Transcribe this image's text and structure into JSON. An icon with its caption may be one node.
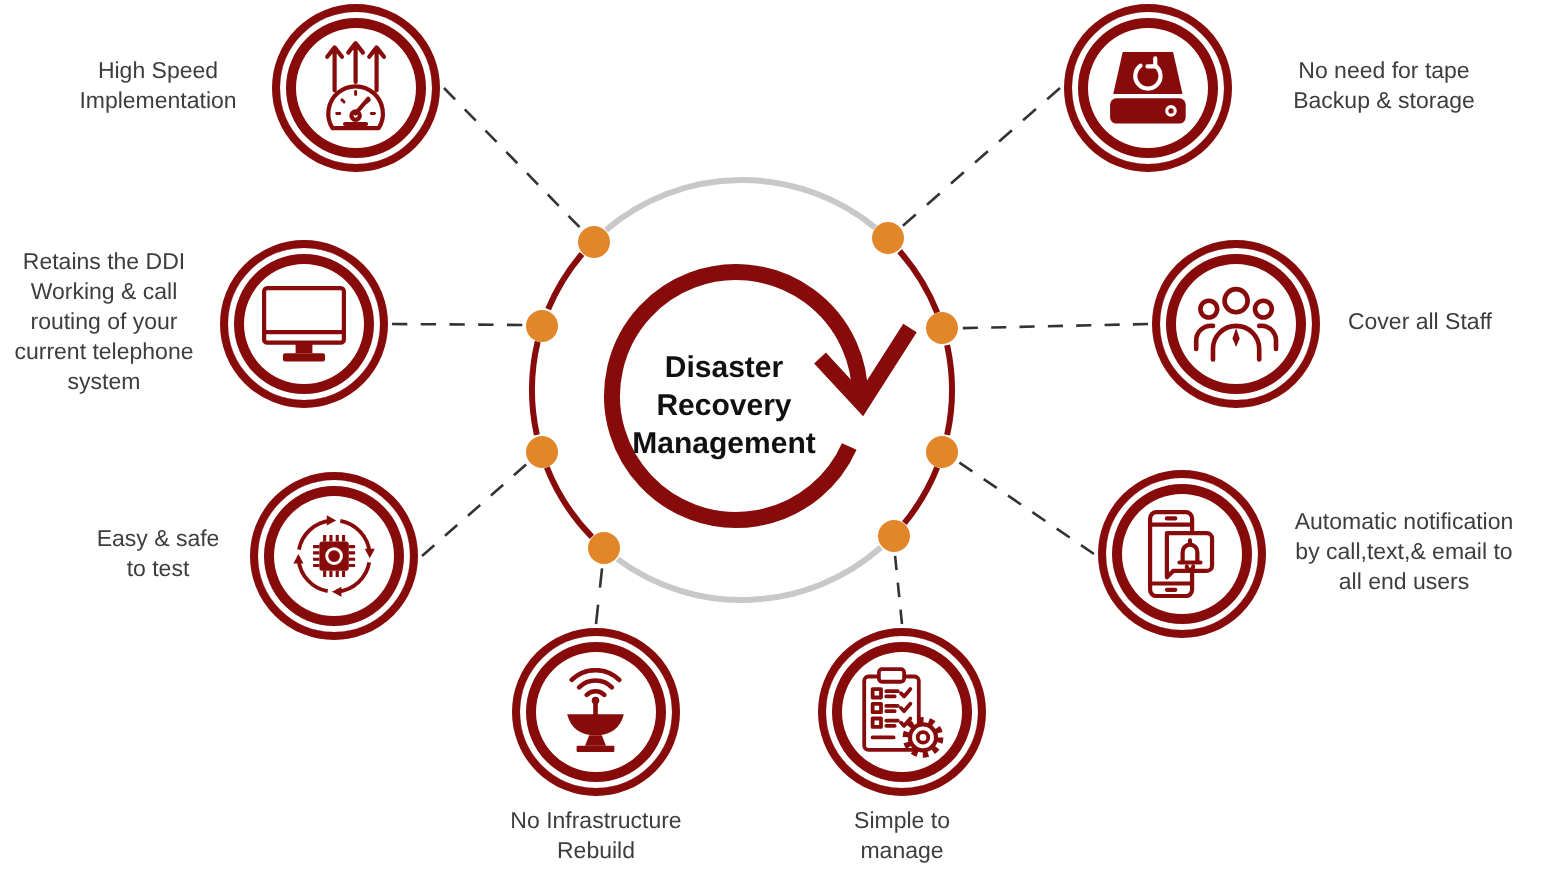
{
  "diagram": {
    "nodes": [
      {
        "text": [
          "Disaster Recovery Management"
        ]
      },
      {
        "text": [],
        "shape": "circle",
        "beside": [
          "High Speed Implementation"
        ]
      },
      {
        "text": [],
        "shape": "circle",
        "beside": [
          "No need for tape Backup & storage"
        ]
      },
      {
        "text": [],
        "shape": "circle",
        "beside": [
          "Retains the DDI Working & call routing of your current telephone system"
        ]
      },
      {
        "text": [],
        "shape": "circle",
        "beside": [
          "Cover all Staff"
        ]
      },
      {
        "text": [],
        "shape": "circle",
        "beside": [
          "Easy & safe to test"
        ]
      },
      {
        "text": [],
        "shape": "circle",
        "beside": [
          "Automatic notification by call,text,& email to all end users"
        ]
      },
      {
        "text": [],
        "shape": "circle",
        "beside": [
          "No Infrastructure Rebuild"
        ]
      },
      {
        "text": [],
        "shape": "circle",
        "beside": [
          "Simple to manage"
        ]
      },
      {
        "text": [],
        "shape": "circle"
      },
      {
        "text": [],
        "shape": "circle"
      },
      {
        "text": [],
        "shape": "circle"
      },
      {
        "text": [],
        "shape": "circle"
      },
      {
        "text": [],
        "shape": "circle"
      },
      {
        "text": [],
        "shape": "circle"
      },
      {
        "text": [],
        "shape": "circle"
      },
      {
        "text": [],
        "shape": "circle"
      }
    ],
    "edges": [
      {
        "from": 1,
        "to": 9,
        "arrow": "none",
        "style": "dashed"
      },
      {
        "from": 2,
        "to": 10,
        "arrow": "none",
        "style": "dashed"
      },
      {
        "from": 3,
        "to": 11,
        "arrow": "none",
        "style": "dashed"
      },
      {
        "from": 4,
        "to": 12,
        "arrow": "none",
        "style": "dashed"
      },
      {
        "from": 5,
        "to": 13,
        "arrow": "none",
        "style": "dashed"
      },
      {
        "from": 6,
        "to": 14,
        "arrow": "none",
        "style": "dashed"
      },
      {
        "from": 7,
        "to": 15,
        "arrow": "none",
        "style": "dashed"
      },
      {
        "from": 8,
        "to": 16,
        "arrow": "none",
        "style": "dashed"
      },
      {
        "from": 9,
        "to": 10,
        "arrow": "none",
        "style": "thick",
        "color": "#c8c8c8"
      },
      {
        "from": 10,
        "to": 12,
        "arrow": "none",
        "style": "thick",
        "color": "#870b0b"
      },
      {
        "from": 12,
        "to": 14,
        "arrow": "none",
        "style": "thick",
        "color": "#870b0b"
      },
      {
        "from": 14,
        "to": 16,
        "arrow": "none",
        "style": "thick",
        "color": "#870b0b"
      },
      {
        "from": 16,
        "to": 15,
        "arrow": "none",
        "style": "thick",
        "color": "#c8c8c8"
      },
      {
        "from": 15,
        "to": 13,
        "arrow": "none",
        "style": "thick",
        "color": "#870b0b"
      },
      {
        "from": 13,
        "to": 11,
        "arrow": "none",
        "style": "thick",
        "color": "#870b0b"
      },
      {
        "from": 11,
        "to": 9,
        "arrow": "none",
        "style": "thick",
        "color": "#870b0b"
      }
    ]
  }
}
